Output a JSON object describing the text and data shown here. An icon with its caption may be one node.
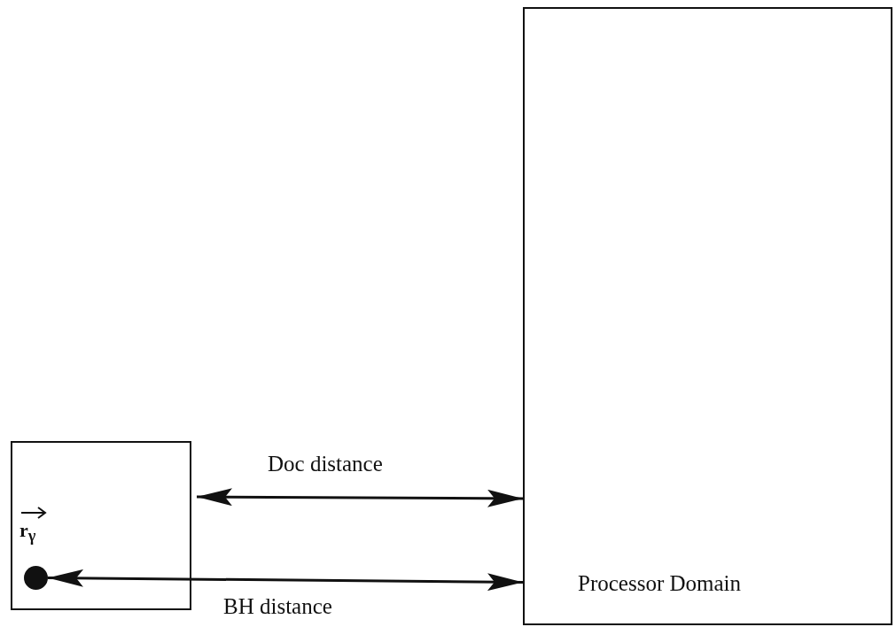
{
  "diagram": {
    "nodes": [
      {
        "text": [],
        "shape": "box"
      },
      {
        "text": [],
        "shape": "circle",
        "in": 0
      },
      {
        "text": [
          "Processor Domain"
        ]
      }
    ],
    "edges": [
      {
        "from": 0,
        "to": 2,
        "arrow": "both",
        "label": "Doc distance"
      },
      {
        "from": 1,
        "to": 2,
        "arrow": "both",
        "label": "BH distance"
      }
    ],
    "labels": [
      "r$_{γ}$"
    ]
  }
}
